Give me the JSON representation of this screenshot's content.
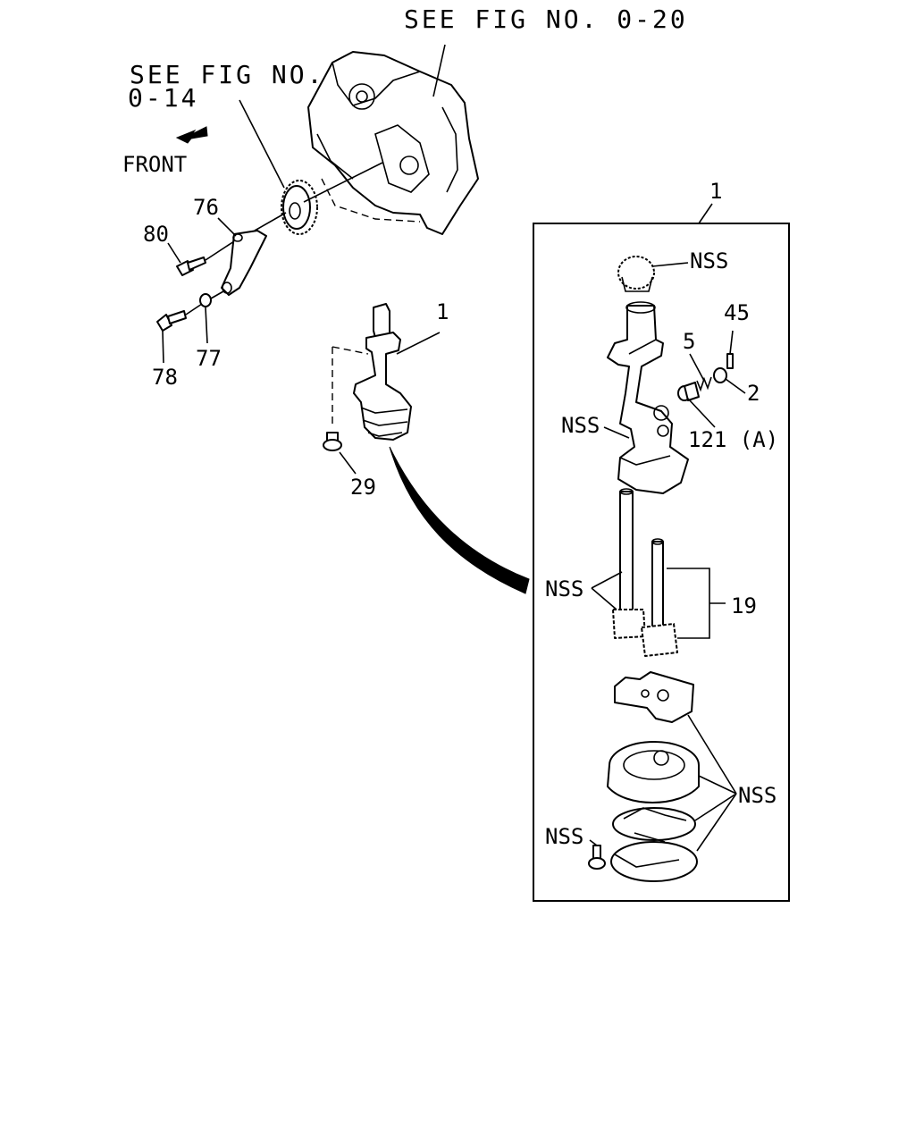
{
  "references": {
    "fig_0_20": "SEE FIG NO. 0-20",
    "fig_0_14_line1": "SEE FIG NO.",
    "fig_0_14_line2": "0-14",
    "front": "FRONT"
  },
  "callouts": {
    "c80": "80",
    "c76": "76",
    "c78": "78",
    "c77": "77",
    "c1_left": "1",
    "c29": "29",
    "c1_box": "1",
    "nss_top": "NSS",
    "c45": "45",
    "c5": "5",
    "c2": "2",
    "nss_body": "NSS",
    "c121": "121 (A)",
    "nss_shaft": "NSS",
    "c19": "19",
    "nss_cover": "NSS",
    "nss_bolt": "NSS"
  }
}
